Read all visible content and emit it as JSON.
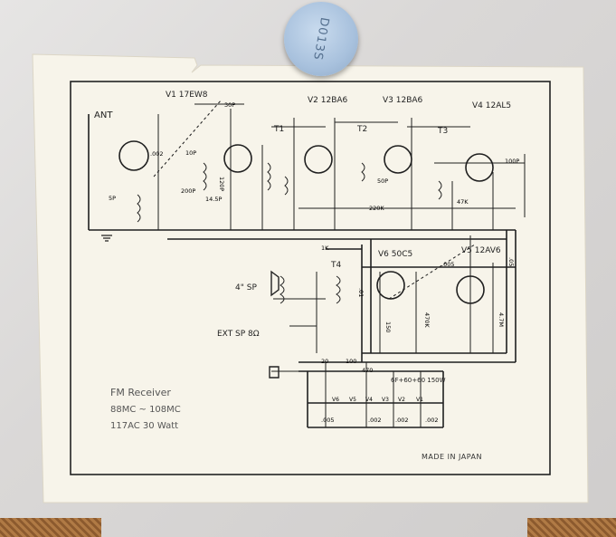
{
  "labels": {
    "ant": "ANT",
    "v1": "V1 17EW8",
    "v2": "V2 12BA6",
    "v3": "V3 12BA6",
    "v4": "V4 12AL5",
    "v5": "V5 12AV6",
    "v6": "V6 50C5",
    "t1": "T1",
    "t2": "T2",
    "t3": "T3",
    "t4": "T4",
    "sp4": "4\" SP",
    "extsp": "EXT SP 8Ω",
    "filter": "6F+60+60 150W",
    "made": "MADE IN JAPAN",
    "pin": "D013S"
  },
  "components": {
    "c30p": "30P",
    "c10p": "10P",
    "c200p": "200P",
    "c145p": "14.5P",
    "c120p": "120P",
    "c5p": "5P",
    "c002": ".002",
    "c50p": "50P",
    "r220k": "220K",
    "c100p": "100P",
    "r47k": "47K",
    "r1k": "1K",
    "c005": ".005",
    "c01": ".01",
    "c05": ".05",
    "r150": "150",
    "r470k": "470K",
    "r47m": "4.7M",
    "r20": "20",
    "r100": "100",
    "r470": "470",
    "c100": "100",
    "c002b": ".002",
    "v6h": "V6",
    "v5h": "V5",
    "v4h": "V4",
    "v3h": "V3",
    "v2h": "V2",
    "v1h": "V1"
  },
  "notes": {
    "line1": "FM Receiver",
    "line2": "88MC ~ 108MC",
    "line3": "117AC 30 Watt"
  }
}
